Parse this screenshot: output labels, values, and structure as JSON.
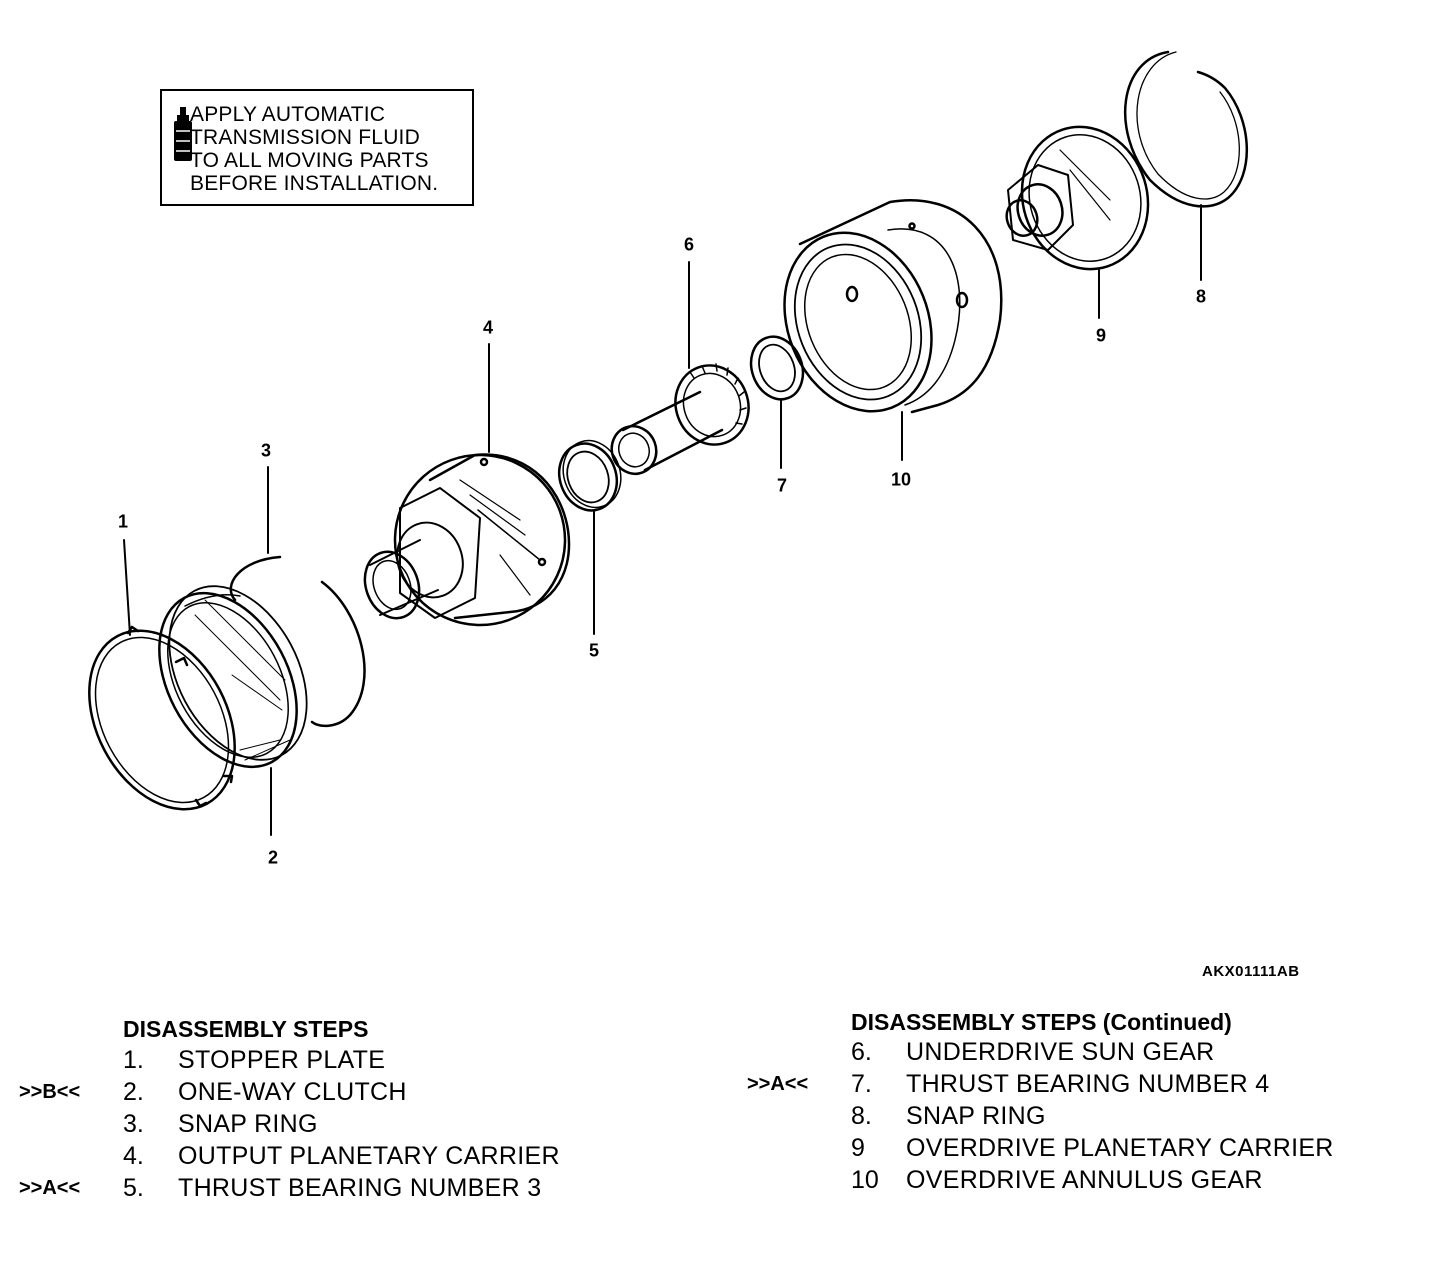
{
  "note": {
    "icon": "fluid-bottle-icon",
    "lines": [
      "APPLY AUTOMATIC",
      "TRANSMISSION FLUID",
      "TO ALL MOVING PARTS",
      "BEFORE INSTALLATION."
    ]
  },
  "callouts": [
    "1",
    "2",
    "3",
    "4",
    "5",
    "6",
    "7",
    "8",
    "9",
    "10"
  ],
  "figure_code": "AKX01111AB",
  "steps_left": {
    "title": "DISASSEMBLY STEPS",
    "items": [
      {
        "marker": "",
        "number": "1.",
        "label": "STOPPER PLATE"
      },
      {
        "marker": ">>B<<",
        "number": "2.",
        "label": "ONE-WAY CLUTCH"
      },
      {
        "marker": "",
        "number": "3.",
        "label": "SNAP RING"
      },
      {
        "marker": "",
        "number": "4.",
        "label": "OUTPUT PLANETARY CARRIER"
      },
      {
        "marker": ">>A<<",
        "number": "5.",
        "label": "THRUST BEARING NUMBER 3"
      }
    ]
  },
  "steps_right": {
    "title": "DISASSEMBLY STEPS (Continued)",
    "items": [
      {
        "marker": "",
        "number": "6.",
        "label": "UNDERDRIVE SUN GEAR"
      },
      {
        "marker": ">>A<<",
        "number": "7.",
        "label": "THRUST BEARING NUMBER 4"
      },
      {
        "marker": "",
        "number": "8.",
        "label": "SNAP RING"
      },
      {
        "marker": "",
        "number": "9",
        "label": "OVERDRIVE PLANETARY CARRIER"
      },
      {
        "marker": "",
        "number": "10",
        "label": "OVERDRIVE ANNULUS GEAR"
      }
    ]
  }
}
